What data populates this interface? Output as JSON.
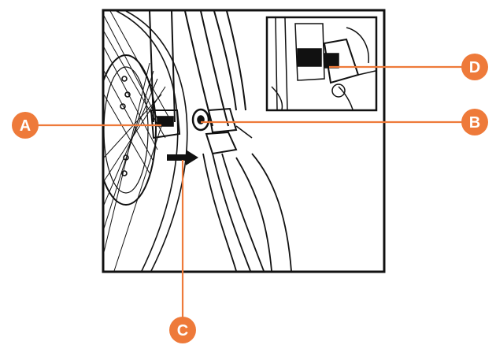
{
  "callouts": [
    {
      "id": "a",
      "label": "A"
    },
    {
      "id": "b",
      "label": "B"
    },
    {
      "id": "c",
      "label": "C"
    },
    {
      "id": "d",
      "label": "D"
    }
  ],
  "colors": {
    "callout": "#ee7a3a",
    "line_art": "#111111",
    "background": "#ffffff"
  },
  "icons": {
    "direction_arrow": "arrow-right-icon"
  }
}
